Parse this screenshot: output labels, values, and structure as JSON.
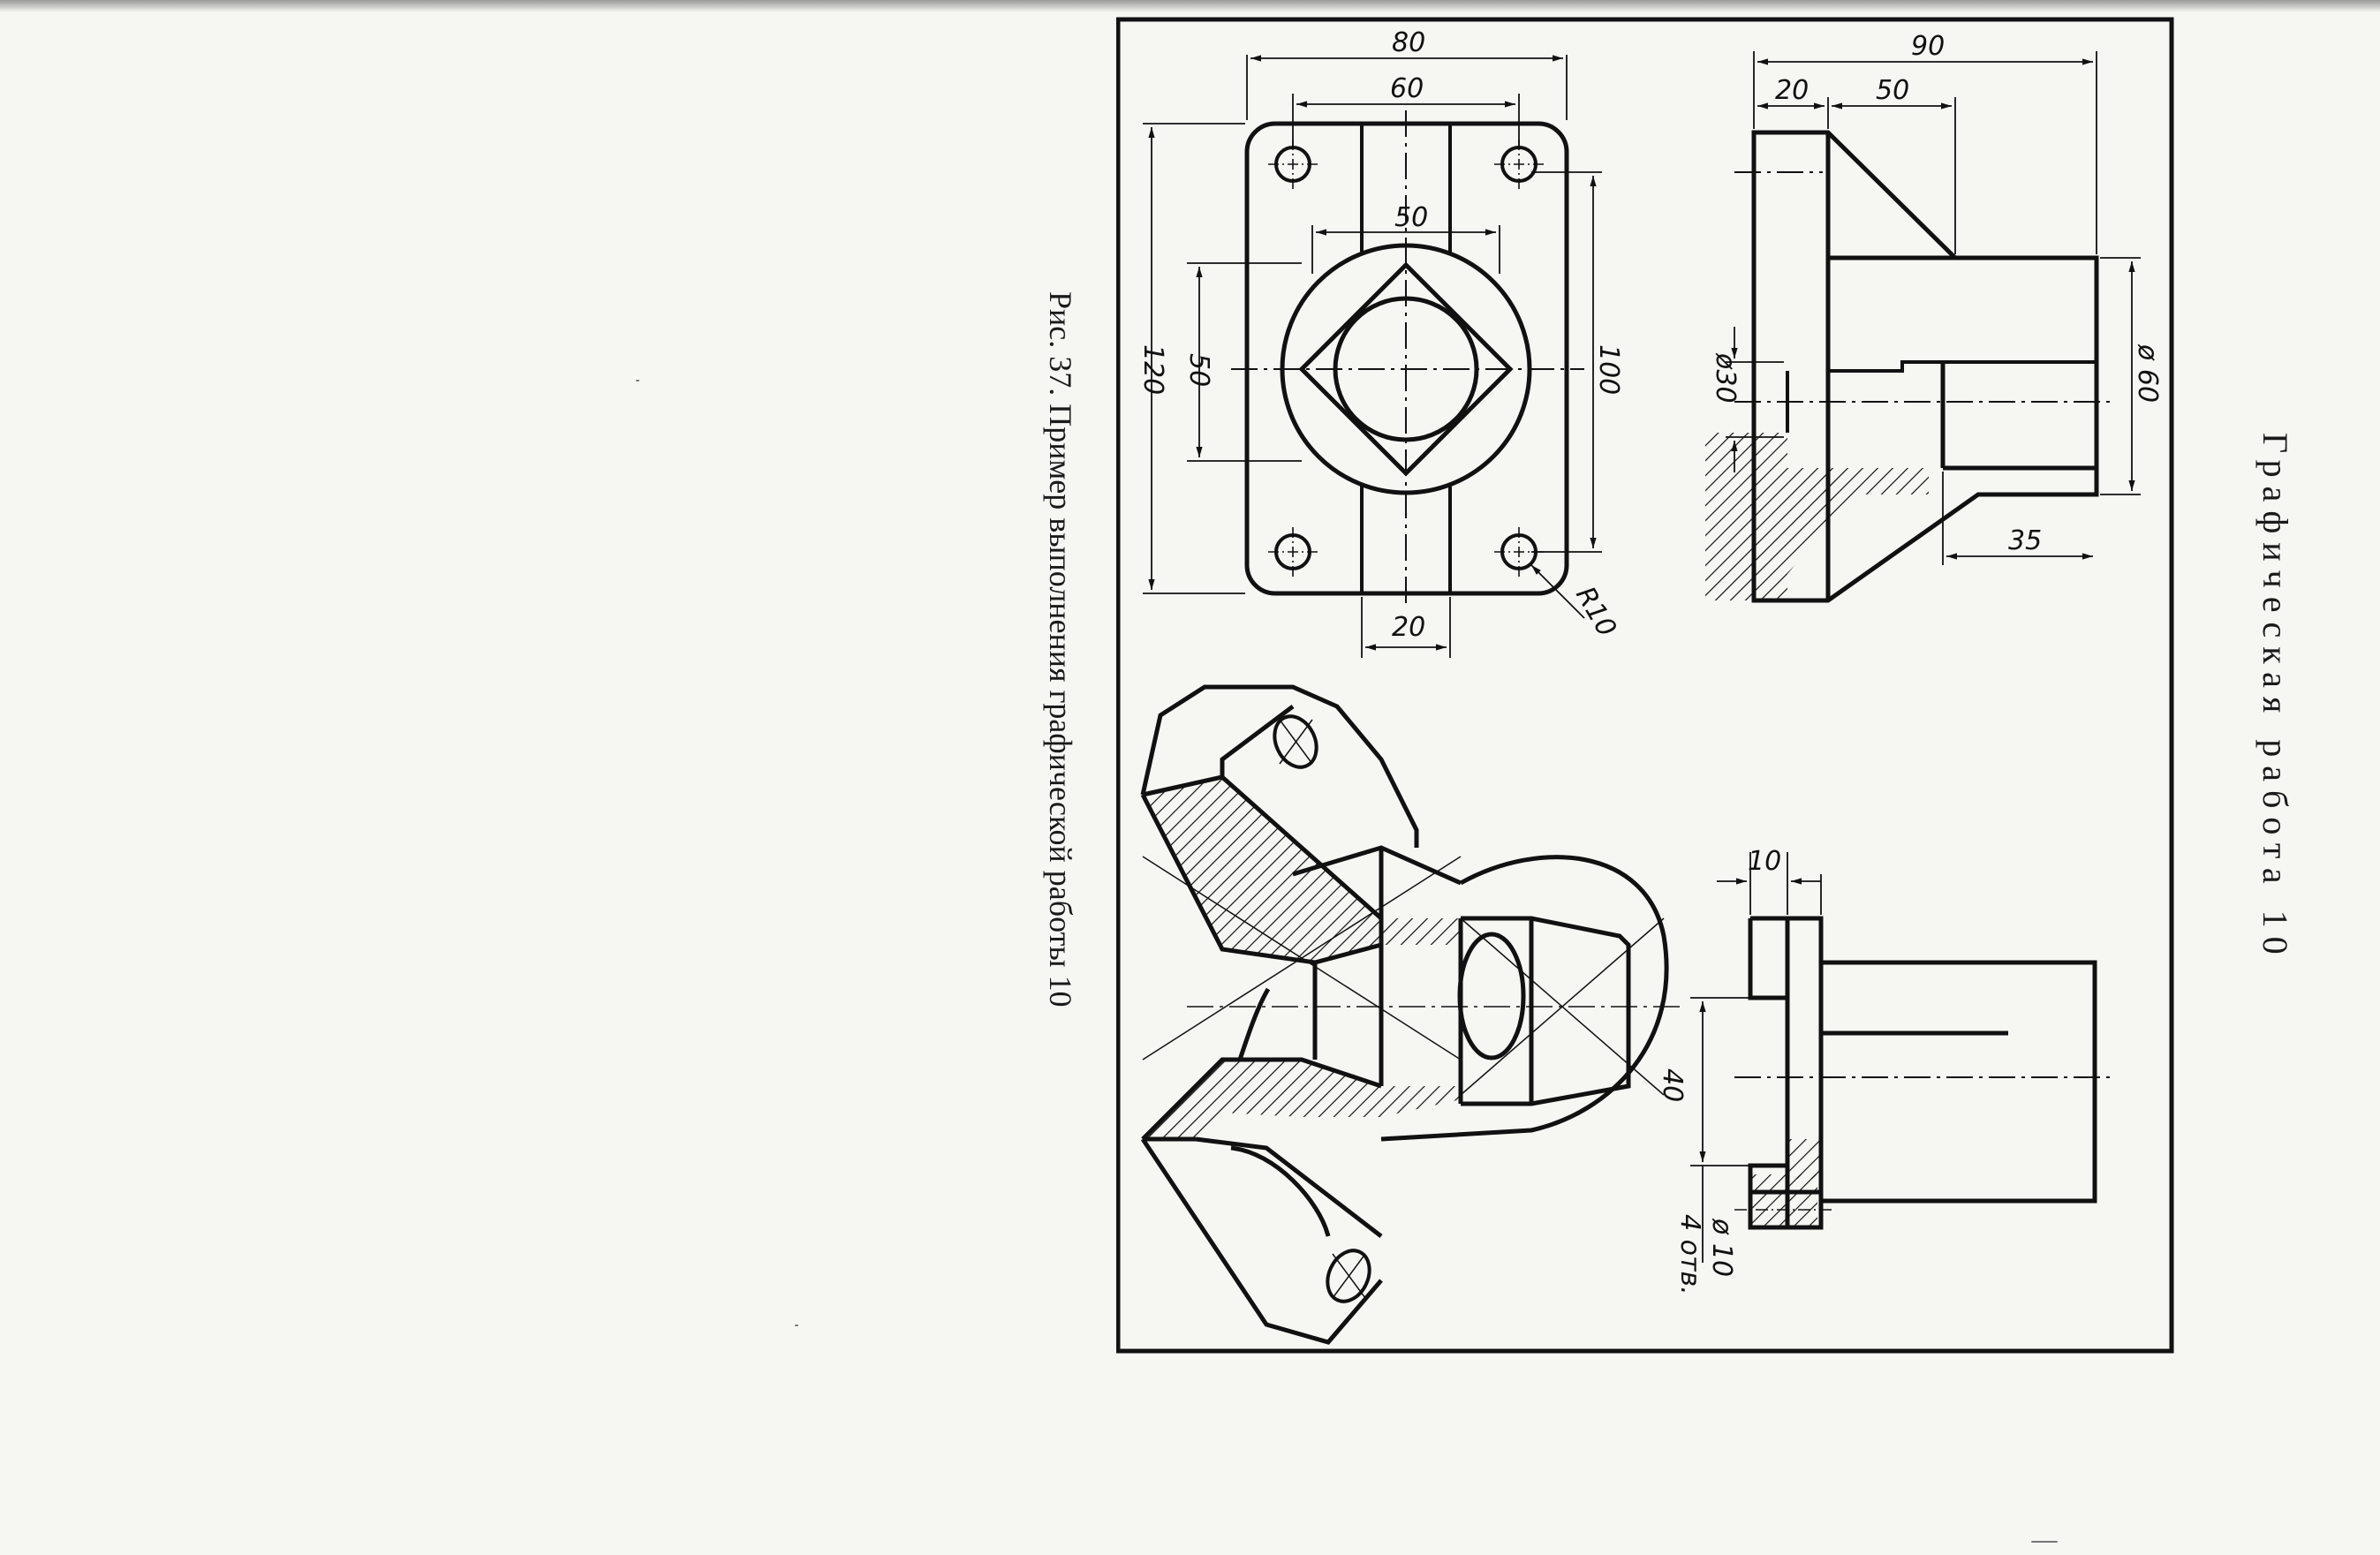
{
  "work_title": "Графическая работа 10",
  "caption": "Рис. 37. Пример выполнения графической работы 10",
  "dimensions": {
    "top_view": {
      "d80": "80",
      "d60": "60",
      "d50_h": "50",
      "d120": "120",
      "d50_v": "50",
      "d100": "100",
      "d20": "20",
      "r10": "R10"
    },
    "front_view": {
      "d90": "90",
      "d20": "20",
      "d50": "50",
      "phi30": "ø30",
      "phi60": "ø 60",
      "d35": "35"
    },
    "side_view": {
      "d10": "10",
      "d40": "40",
      "phi10": "ø 10",
      "holes": "4 отв."
    }
  },
  "colors": {
    "line": "#111111",
    "paper": "#f6f6f3"
  }
}
